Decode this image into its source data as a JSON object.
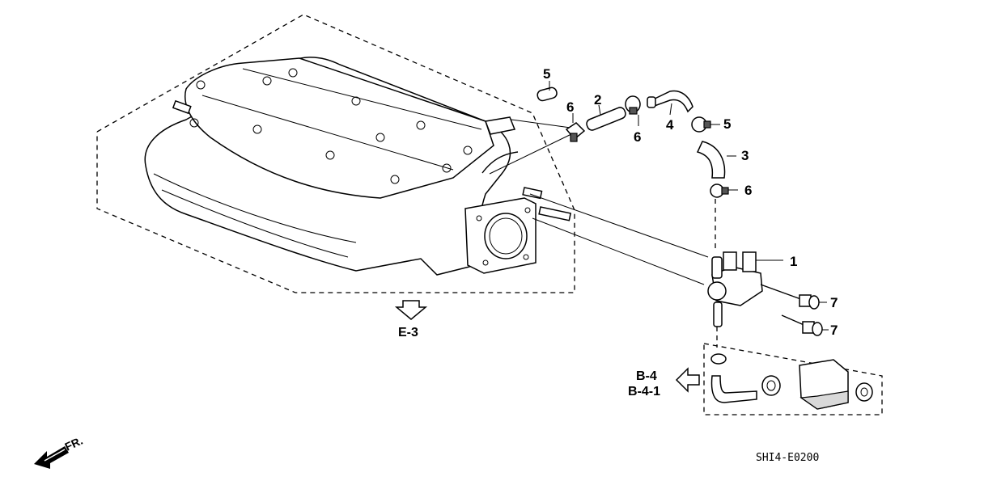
{
  "diagram": {
    "code": "SHI4-E0200",
    "front_indicator": "FR.",
    "part_labels": [
      "1",
      "2",
      "3",
      "4",
      "5",
      "5",
      "6",
      "6",
      "6",
      "7",
      "7"
    ],
    "references": {
      "intake_manifold": "E-3",
      "canister_group_line1": "B-4",
      "canister_group_line2": "B-4-1"
    }
  }
}
